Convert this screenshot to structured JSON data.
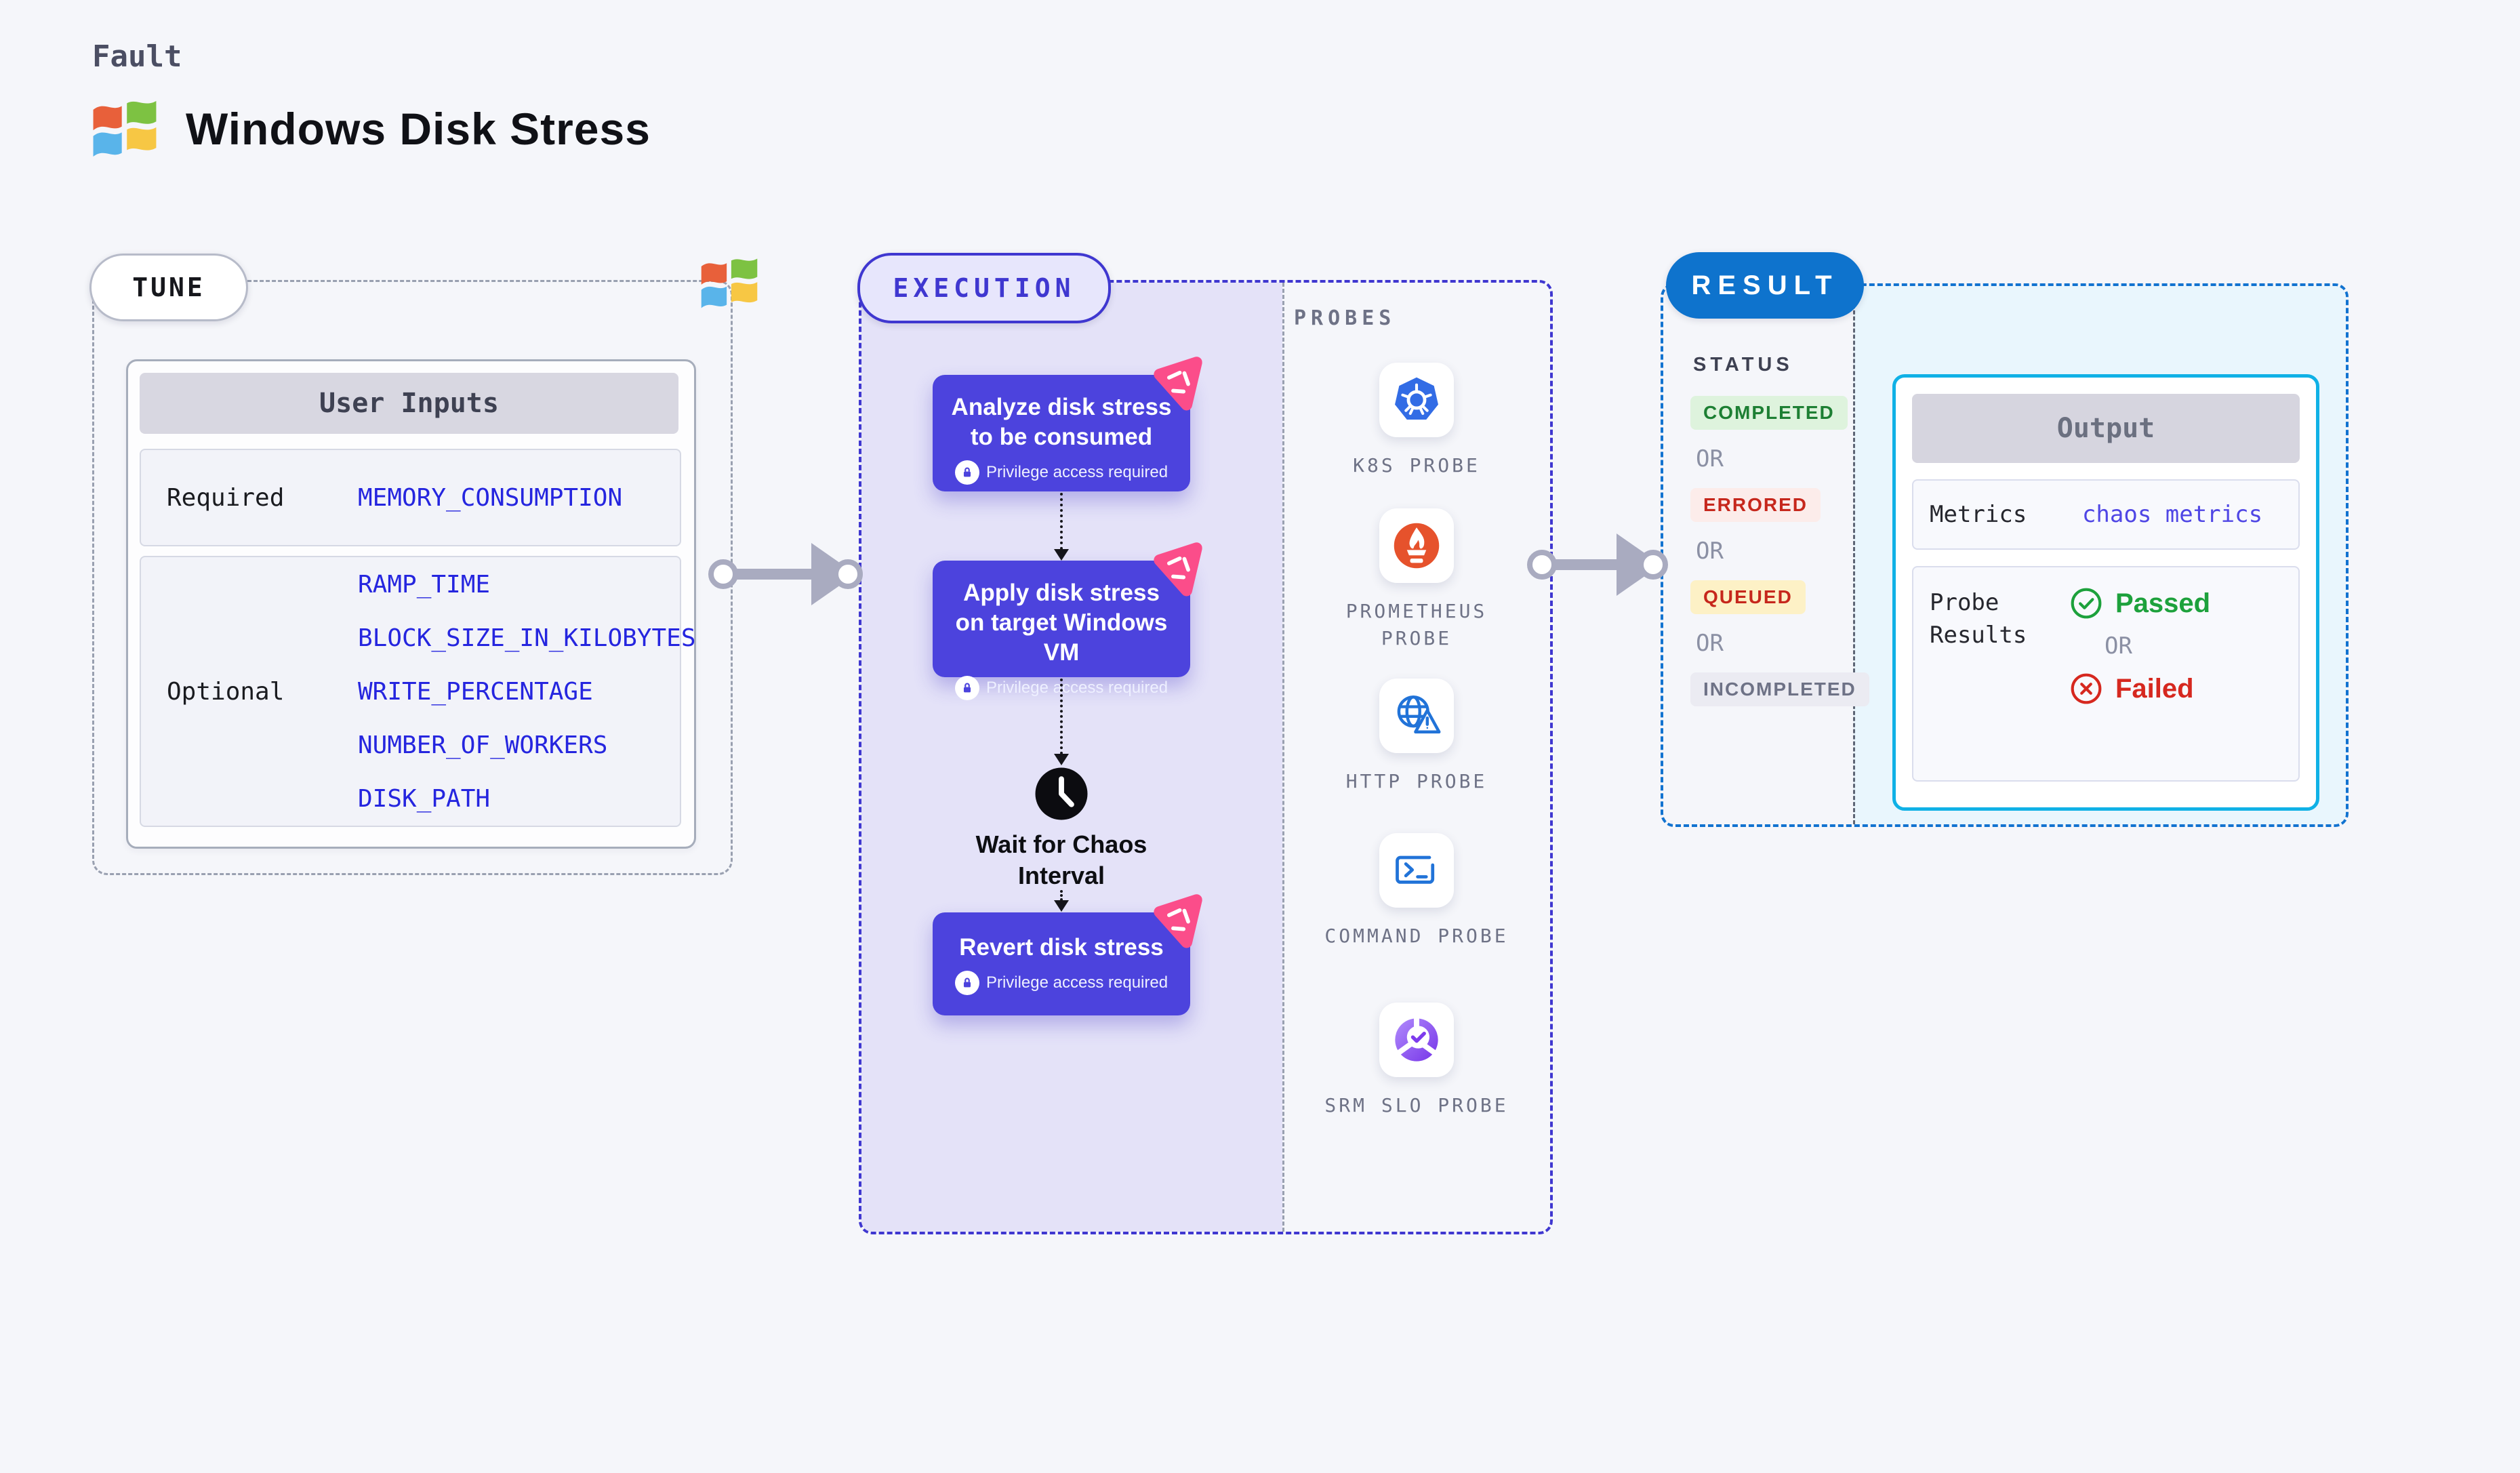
{
  "header": {
    "eyebrow": "Fault",
    "title": "Windows Disk Stress"
  },
  "tune": {
    "badge": "TUNE",
    "table_title": "User Inputs",
    "required_label": "Required",
    "required_values": [
      "MEMORY_CONSUMPTION"
    ],
    "optional_label": "Optional",
    "optional_values": [
      "RAMP_TIME",
      "BLOCK_SIZE_IN_KILOBYTES",
      "WRITE_PERCENTAGE",
      "NUMBER_OF_WORKERS",
      "DISK_PATH"
    ]
  },
  "execution": {
    "badge": "EXECUTION",
    "steps": [
      {
        "title": "Analyze disk stress to be consumed",
        "note": "Privilege access required"
      },
      {
        "title": "Apply disk stress on target Windows VM",
        "note": "Privilege access required"
      },
      {
        "title": "Revert disk stress",
        "note": "Privilege access required"
      }
    ],
    "wait_label": "Wait for Chaos Interval"
  },
  "probes": {
    "section_label": "PROBES",
    "items": [
      {
        "label": "K8S PROBE",
        "icon": "kubernetes-icon"
      },
      {
        "label": "PROMETHEUS PROBE",
        "icon": "prometheus-icon"
      },
      {
        "label": "HTTP PROBE",
        "icon": "http-globe-warning-icon"
      },
      {
        "label": "COMMAND PROBE",
        "icon": "terminal-icon"
      },
      {
        "label": "SRM SLO PROBE",
        "icon": "slo-donut-check-icon"
      }
    ]
  },
  "result": {
    "badge": "RESULT",
    "status_label": "STATUS",
    "or_label": "OR",
    "statuses": [
      {
        "label": "COMPLETED",
        "type": "success"
      },
      {
        "label": "ERRORED",
        "type": "error"
      },
      {
        "label": "QUEUED",
        "type": "warning"
      },
      {
        "label": "INCOMPLETED",
        "type": "muted"
      }
    ],
    "output": {
      "title": "Output",
      "metrics_label": "Metrics",
      "metrics_value": "chaos metrics",
      "probe_results_label": "Probe Results",
      "passed": "Passed",
      "failed": "Failed"
    }
  },
  "colors": {
    "accent-indigo": "#4c43dd",
    "indigo-border": "#3f37d0",
    "lavender": "#e4e2f8",
    "accent-pink": "#fb4d8a",
    "result-blue": "#0e73cd",
    "output-cyan": "#10b1e6",
    "cyan-bg": "#e9f6fd",
    "value-blue": "#2525df",
    "metrics-indigo": "#4f46e5",
    "success-green": "#1d7f33",
    "error-red": "#c6271c",
    "arrow-gray": "#a9abc0"
  }
}
